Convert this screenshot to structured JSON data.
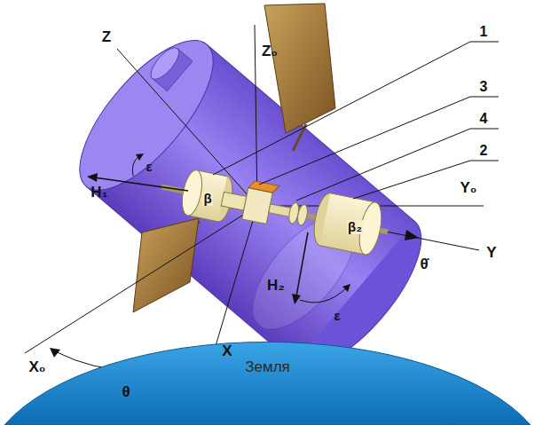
{
  "diagram": {
    "nodes": [
      {
        "text": [
          "Земля"
        ]
      }
    ],
    "labels": [
      "1",
      "3",
      "4",
      "2",
      "Z",
      "Z₀",
      "Y₀",
      "Y",
      "H₁",
      "H₂",
      "ε",
      "ε",
      "β",
      "β₂",
      "θ̇",
      "X₀",
      "X",
      "θ"
    ]
  }
}
